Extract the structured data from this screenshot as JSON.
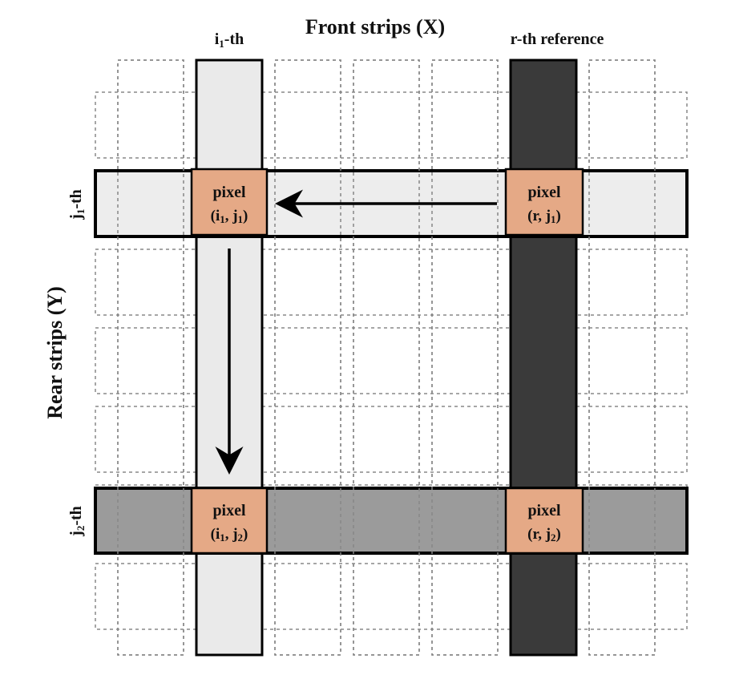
{
  "title": "Front strips (X)",
  "y_axis_label": "Rear strips (Y)",
  "labels": {
    "i1_base": "i",
    "i1_sub": "1",
    "i1_suffix": "-th",
    "r_ref": "r-th reference",
    "j1_base": "j",
    "j1_sub": "1",
    "j1_suffix": "-th",
    "j2_base": "j",
    "j2_sub": "2",
    "j2_suffix": "-th"
  },
  "pixels": [
    {
      "word": "pixel",
      "a": "i",
      "a_sub": "1",
      "b": "j",
      "b_sub": "1"
    },
    {
      "word": "pixel",
      "a": "r",
      "a_sub": "",
      "b": "j",
      "b_sub": "1"
    },
    {
      "word": "pixel",
      "a": "i",
      "a_sub": "1",
      "b": "j",
      "b_sub": "2"
    },
    {
      "word": "pixel",
      "a": "r",
      "a_sub": "",
      "b": "j",
      "b_sub": "2"
    }
  ],
  "colors": {
    "pixel": "#e5a986",
    "light_strip": "#eaeaea",
    "dark_strip": "#3a3a3a",
    "mid_strip": "#9b9b9b"
  }
}
